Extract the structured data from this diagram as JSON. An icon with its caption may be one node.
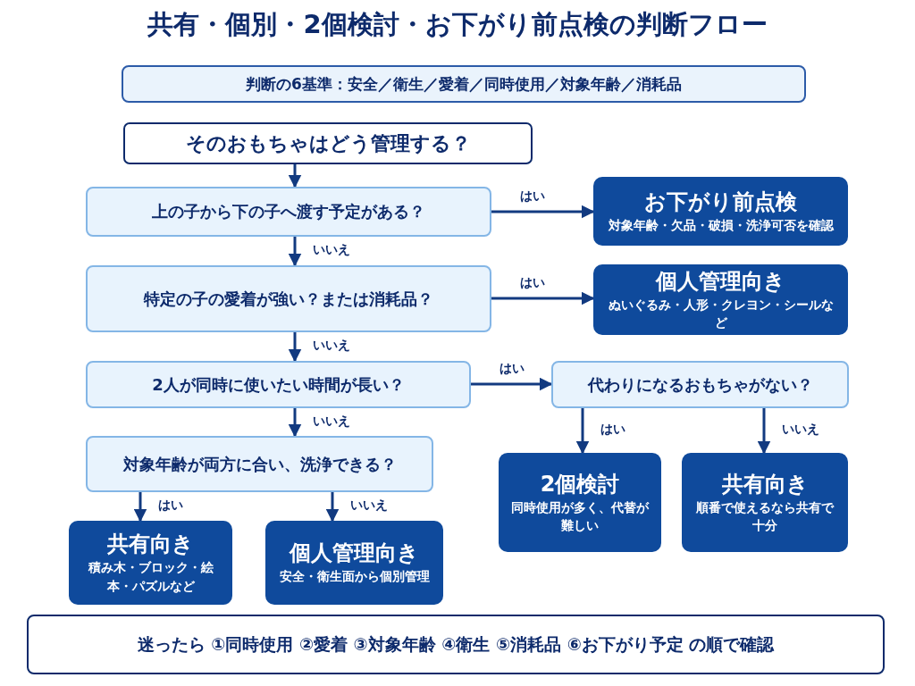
{
  "diagram": {
    "title": "共有・個別・2個検討・お下がり前点検の判断フロー",
    "nodes": [
      {
        "text": [
          "判断の6基準：安全／衛生／愛着／同時使用／対象年齢／消耗品"
        ]
      },
      {
        "text": [
          "そのおもちゃはどう管理する？"
        ]
      },
      {
        "text": [
          "上の子から下の子へ渡す予定がある？"
        ]
      },
      {
        "text": [
          "お下がり前点検",
          "対象年齢・欠品・破損・洗浄可否を確認"
        ]
      },
      {
        "text": [
          "特定の子の愛着が強い？または消耗品？"
        ]
      },
      {
        "text": [
          "個人管理向き",
          "ぬいぐるみ・人形・クレヨン・シールなど"
        ]
      },
      {
        "text": [
          "2人が同時に使いたい時間が長い？"
        ]
      },
      {
        "text": [
          "代わりになるおもちゃがない？"
        ]
      },
      {
        "text": [
          "対象年齢が両方に合い、洗浄できる？"
        ]
      },
      {
        "text": [
          "2個検討",
          "同時使用が多く、代替が難しい"
        ]
      },
      {
        "text": [
          "共有向き",
          "順番で使えるなら共有で十分"
        ]
      },
      {
        "text": [
          "共有向き",
          "積み木・ブロック・絵本・パズルなど"
        ]
      },
      {
        "text": [
          "個人管理向き",
          "安全・衛生面から個別管理"
        ]
      },
      {
        "text": [
          "迷ったら ①同時使用 ②愛着 ③対象年齢 ④衛生 ⑤消耗品 ⑥お下がり予定 の順で確認"
        ]
      }
    ],
    "edges": [
      {
        "from": 1,
        "to": 2,
        "arrow": "to"
      },
      {
        "from": 2,
        "to": 3,
        "arrow": "to",
        "label": "はい"
      },
      {
        "from": 2,
        "to": 4,
        "arrow": "to",
        "label": "いいえ"
      },
      {
        "from": 4,
        "to": 5,
        "arrow": "to",
        "label": "はい"
      },
      {
        "from": 4,
        "to": 6,
        "arrow": "to",
        "label": "いいえ"
      },
      {
        "from": 6,
        "to": 7,
        "arrow": "to",
        "label": "はい"
      },
      {
        "from": 6,
        "to": 8,
        "arrow": "to",
        "label": "いいえ"
      },
      {
        "from": 7,
        "to": 9,
        "arrow": "to",
        "label": "はい"
      },
      {
        "from": 7,
        "to": 10,
        "arrow": "to",
        "label": "いいえ"
      },
      {
        "from": 8,
        "to": 11,
        "arrow": "to",
        "label": "はい"
      },
      {
        "from": 8,
        "to": 12,
        "arrow": "to",
        "label": "いいえ"
      }
    ]
  }
}
